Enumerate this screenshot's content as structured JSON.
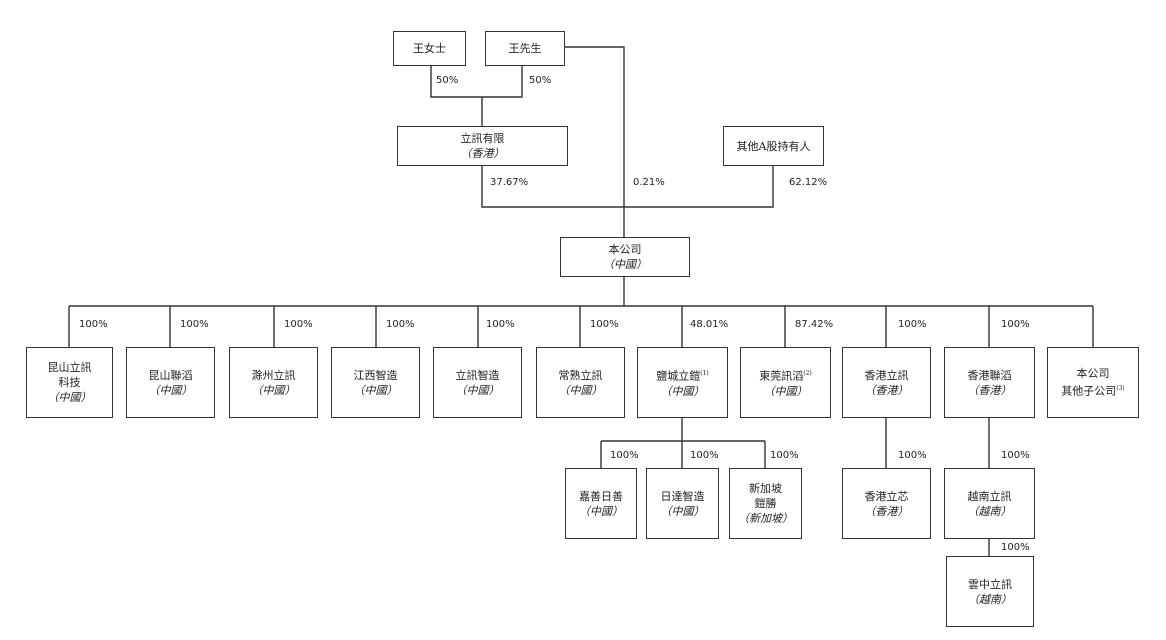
{
  "entities": {
    "ms_wang": {
      "name": "王女士",
      "jur": ""
    },
    "mr_wang": {
      "name": "王先生",
      "jur": ""
    },
    "luxshare_ltd": {
      "name": "立訊有限",
      "jur": "（香港）"
    },
    "other_a_holders": {
      "name": "其他A股持有人",
      "jur": ""
    },
    "company": {
      "name": "本公司",
      "jur": "（中國）"
    },
    "kunshan_luxshare_tech": {
      "name": "昆山立訊\n科技",
      "jur": "（中國）"
    },
    "kunshan_lianyong": {
      "name": "昆山聯滔",
      "jur": "（中國）"
    },
    "chuzhou_luxshare": {
      "name": "滁州立訊",
      "jur": "（中國）"
    },
    "jiangxi_zhizao": {
      "name": "江西智造",
      "jur": "（中國）"
    },
    "luxshare_zhizao": {
      "name": "立訊智造",
      "jur": "（中國）"
    },
    "changshu_luxshare": {
      "name": "常熟立訊",
      "jur": "（中國）"
    },
    "yuncheng_luxshare": {
      "name": "鹽城立鎧",
      "sup": "(1)",
      "jur": "（中國）"
    },
    "dongguan_xuntao": {
      "name": "東莞訊滔",
      "sup": "(2)",
      "jur": "（中國）"
    },
    "hk_luxshare": {
      "name": "香港立訊",
      "jur": "（香港）"
    },
    "hk_lianyong": {
      "name": "香港聯滔",
      "jur": "（香港）"
    },
    "other_subs": {
      "name": "本公司\n其他子公司",
      "sup": "(3)",
      "jur": ""
    },
    "jiashan_rishan": {
      "name": "嘉善日善",
      "jur": "（中國）"
    },
    "rida_zhizao": {
      "name": "日達智造",
      "jur": "（中國）"
    },
    "singapore_kaisheng": {
      "name": "新加坡\n鎧勝",
      "jur": "（新加坡）"
    },
    "hk_lixin": {
      "name": "香港立芯",
      "jur": "（香港）"
    },
    "vietnam_luxshare": {
      "name": "越南立訊",
      "jur": "（越南）"
    },
    "yunzhong_luxshare": {
      "name": "雲中立訊",
      "jur": "（越南）"
    }
  },
  "percentages": {
    "ms_wang_to_ltd": "50%",
    "mr_wang_to_ltd": "50%",
    "ltd_to_company": "37.67%",
    "mr_wang_to_company": "0.21%",
    "others_to_company": "62.12%",
    "company_to_kunshan_tech": "100%",
    "company_to_kunshan_lianyong": "100%",
    "company_to_chuzhou": "100%",
    "company_to_jiangxi": "100%",
    "company_to_luxshare_zhizao": "100%",
    "company_to_changshu": "100%",
    "company_to_yuncheng": "48.01%",
    "company_to_dongguan": "87.42%",
    "company_to_hk_luxshare": "100%",
    "company_to_hk_lianyong": "100%",
    "yuncheng_to_jiashan": "100%",
    "yuncheng_to_rida": "100%",
    "yuncheng_to_singapore": "100%",
    "hk_luxshare_to_hk_lixin": "100%",
    "hk_lianyong_to_vietnam": "100%",
    "vietnam_to_yunzhong": "100%"
  }
}
